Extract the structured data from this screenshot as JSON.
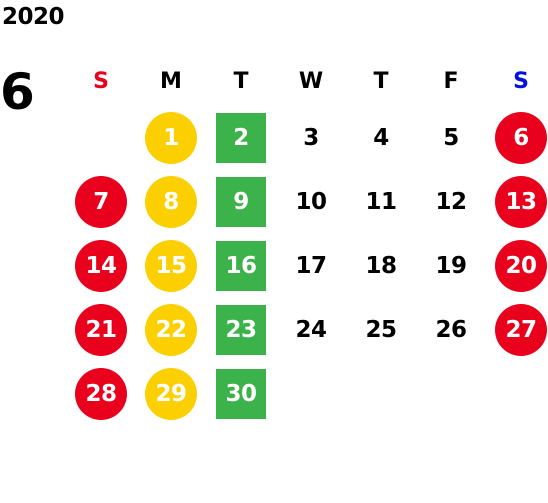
{
  "calendar": {
    "year": "2020",
    "month": "6",
    "weekdays": [
      "S",
      "M",
      "T",
      "W",
      "T",
      "F",
      "S"
    ],
    "weekday_colors": [
      "#e8001c",
      "#000000",
      "#000000",
      "#000000",
      "#000000",
      "#000000",
      "#0011dd"
    ],
    "weeks": [
      [
        "",
        "1",
        "2",
        "3",
        "4",
        "5",
        "6"
      ],
      [
        "7",
        "8",
        "9",
        "10",
        "11",
        "12",
        "13"
      ],
      [
        "14",
        "15",
        "16",
        "17",
        "18",
        "19",
        "20"
      ],
      [
        "21",
        "22",
        "23",
        "24",
        "25",
        "26",
        "27"
      ],
      [
        "28",
        "29",
        "30",
        "",
        "",
        "",
        ""
      ]
    ],
    "highlight_by_column": [
      "red-circle",
      "yellow-circle",
      "green-square",
      "none",
      "none",
      "none",
      "red-circle"
    ],
    "colors": {
      "red": "#e8001c",
      "yellow": "#fcd000",
      "green": "#3bb34a"
    }
  }
}
